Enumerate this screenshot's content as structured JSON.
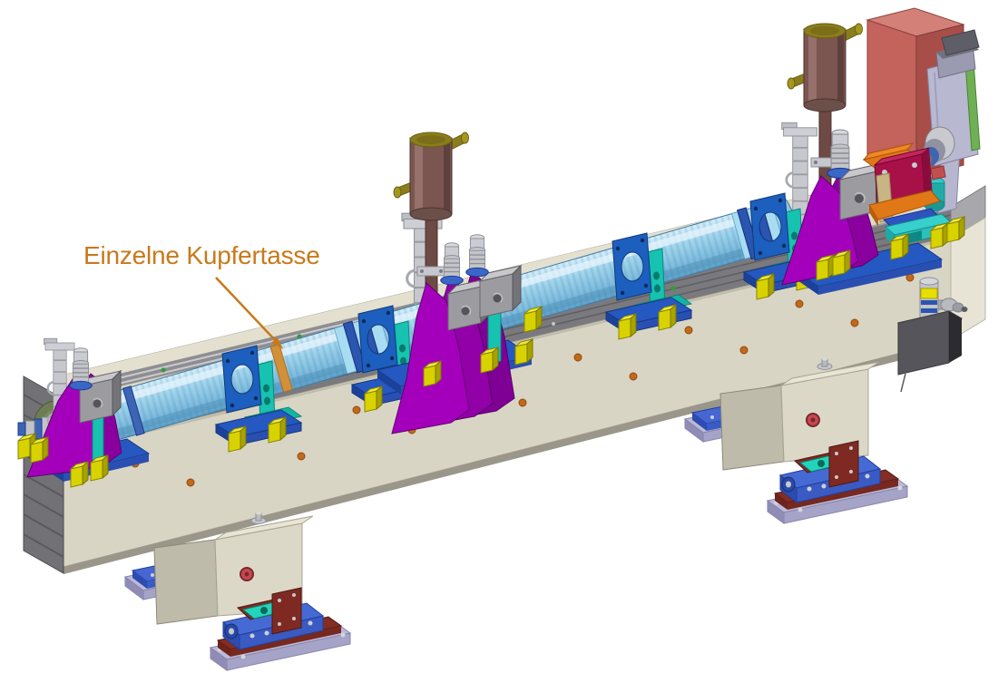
{
  "page": {
    "background": "#ffffff",
    "kind": "3D CAD illustration of an accelerator girder module"
  },
  "annotation": {
    "label": "Einzelne Kupfertasse",
    "color": "#C8791B"
  },
  "scene": {
    "components": [
      {
        "name": "girder-beam",
        "color": "#D9D5C4"
      },
      {
        "name": "girder-rail",
        "color": "#7A7A7E"
      },
      {
        "name": "beam-pipe-bellows",
        "color": "#9FD4EC"
      },
      {
        "name": "copper-cup-ring",
        "color": "#D29038"
      },
      {
        "name": "support-bracket",
        "color": "#A400BC"
      },
      {
        "name": "pipe-clamp-ring",
        "color": "#1C5FBE"
      },
      {
        "name": "holder-post",
        "color": "#17C2B0"
      },
      {
        "name": "clamp-pad",
        "color": "#E0D900"
      },
      {
        "name": "base-plate",
        "color": "#2558C0"
      },
      {
        "name": "ion-pump",
        "color": "#7B5650"
      },
      {
        "name": "pump-cap",
        "color": "#8A7D1F"
      },
      {
        "name": "equipment-box",
        "color": "#C4625C"
      },
      {
        "name": "motor-unit",
        "color": "#B8B8D0"
      },
      {
        "name": "magnet-block",
        "color": "#A81048"
      },
      {
        "name": "mover-plate",
        "color": "#BCBAD8"
      },
      {
        "name": "mover-window",
        "color": "#22D4BC"
      },
      {
        "name": "pedestal-block",
        "color": "#DCD8C7"
      }
    ]
  }
}
